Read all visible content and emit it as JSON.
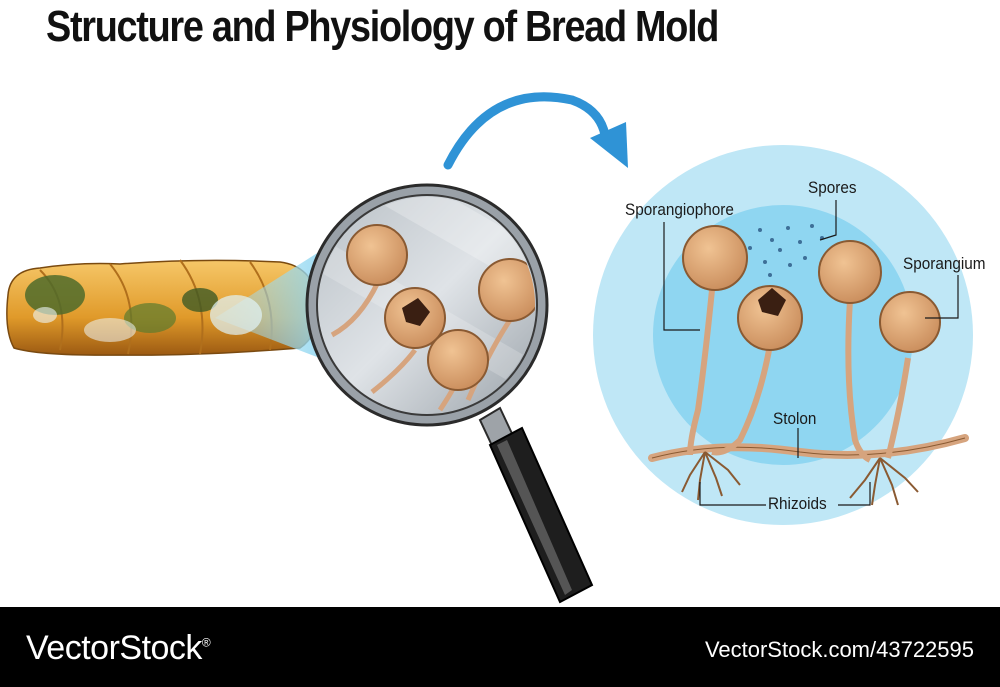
{
  "title": "Structure and Physiology of Bread Mold",
  "labels": {
    "sporangiophore": "Sporangiophore",
    "spores": "Spores",
    "sporangium": "Sporangium",
    "stolon": "Stolon",
    "rhizoids": "Rhizoids"
  },
  "footer": {
    "brand": "VectorStock",
    "brand_mark": "®",
    "image_id": "VectorStock.com/43722595"
  },
  "colors": {
    "circle_outer": "#bfe7f6",
    "circle_inner": "#8fd6f1",
    "spore_head": "#e0aa77",
    "stalk": "#d6a47e",
    "arrow": "#2f93d6",
    "bread": "#e9a530",
    "mold": "#5b7a2e"
  }
}
